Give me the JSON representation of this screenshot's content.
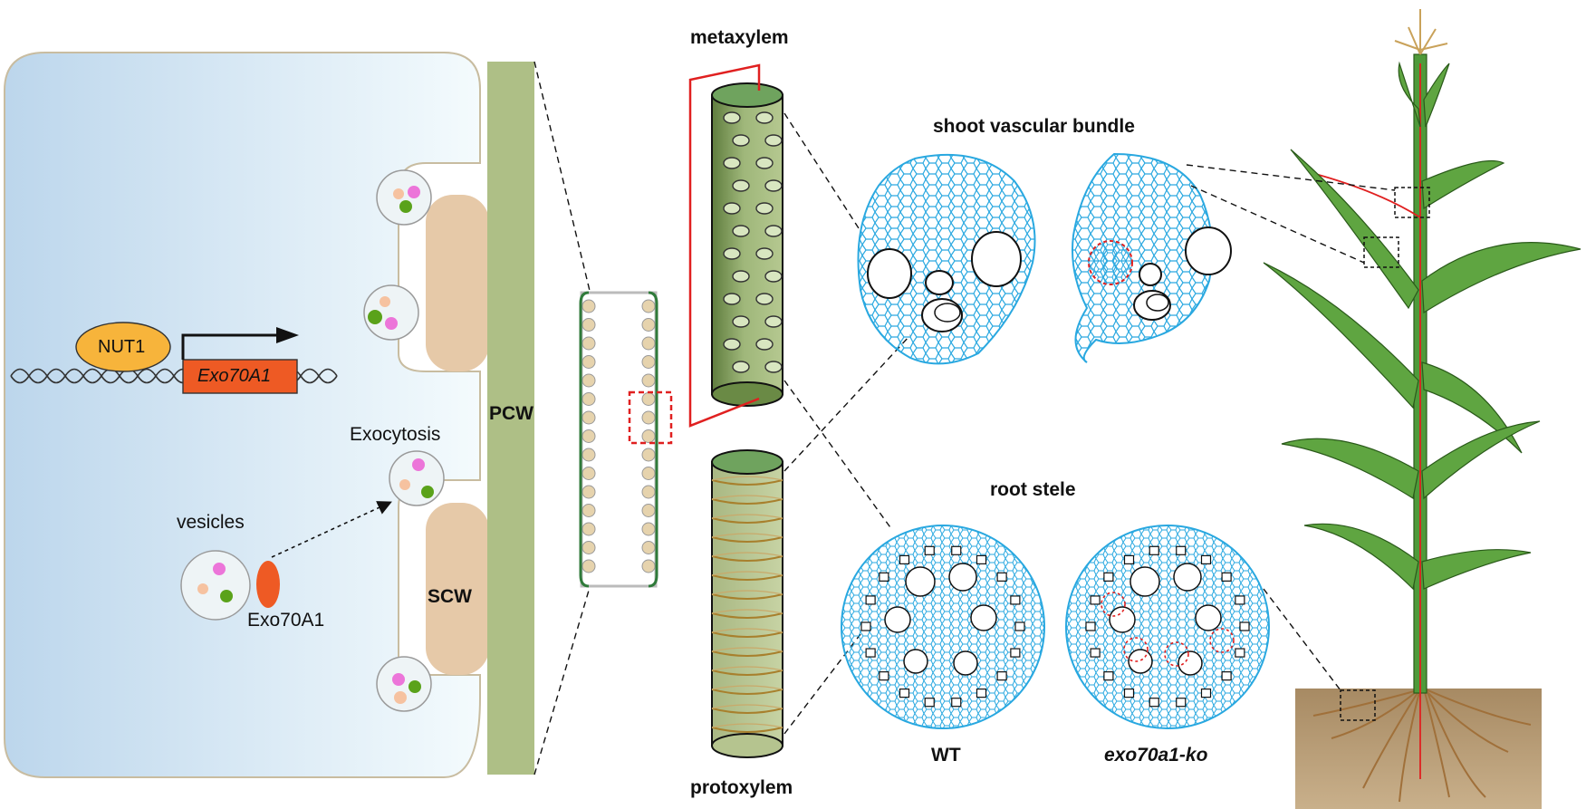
{
  "labels": {
    "nut1": "NUT1",
    "gene": "Exo70A1",
    "pcw": "PCW",
    "scw": "SCW",
    "exocytosis": "Exocytosis",
    "vesicles": "vesicles",
    "exo_protein": "Exo70A1",
    "metaxylem": "metaxylem",
    "protoxylem": "protoxylem",
    "shoot_vb": "shoot vascular bundle",
    "root_stele": "root stele",
    "wt": "WT",
    "mutant": "exo70a1-ko"
  },
  "colors": {
    "cell_bg_left": "#c5dcee",
    "cell_bg_right": "#eef7fb",
    "cell_border": "#c8bca0",
    "pcw": "#aebf86",
    "scw": "#e6c9a8",
    "gene_box": "#ee5a24",
    "nut1": "#f7b43b",
    "vesicle_pink": "#ec75d9",
    "vesicle_peach": "#f6c2a0",
    "vesicle_green": "#5aa21a",
    "xylem_green": "#9fb77a",
    "xylem_dark": "#5e7a3c",
    "xylem_top": "#6fa35e",
    "protoxylem_ring": "#a8802d",
    "cell_mesh": "#29a8e0",
    "highlight_red": "#e02020",
    "leaf_green": "#5fa541",
    "leaf_dark": "#2a5a1a",
    "soil": "#b89a74",
    "root": "#a0703a"
  }
}
